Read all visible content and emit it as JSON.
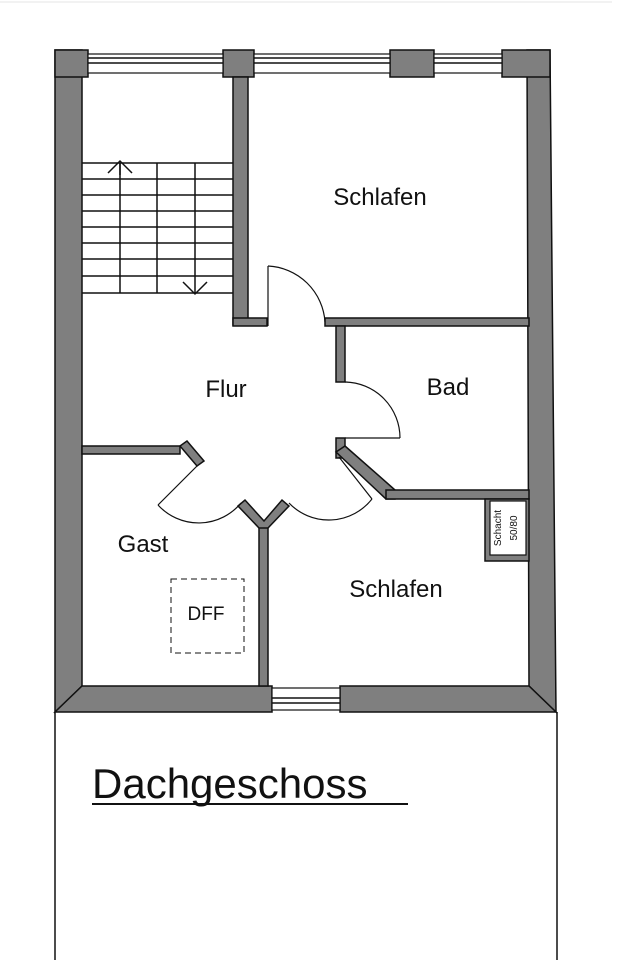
{
  "rooms": {
    "schlafen_top": "Schlafen",
    "flur": "Flur",
    "bad": "Bad",
    "gast": "Gast",
    "schlafen_bottom": "Schlafen"
  },
  "dff_label": "DFF",
  "schacht": {
    "line1": "Schacht",
    "line2": "50/80"
  },
  "floor_title": "Dachgeschoss",
  "colors": {
    "wall_fill": "#7f7f7f",
    "line": "#111111",
    "background": "#ffffff"
  }
}
